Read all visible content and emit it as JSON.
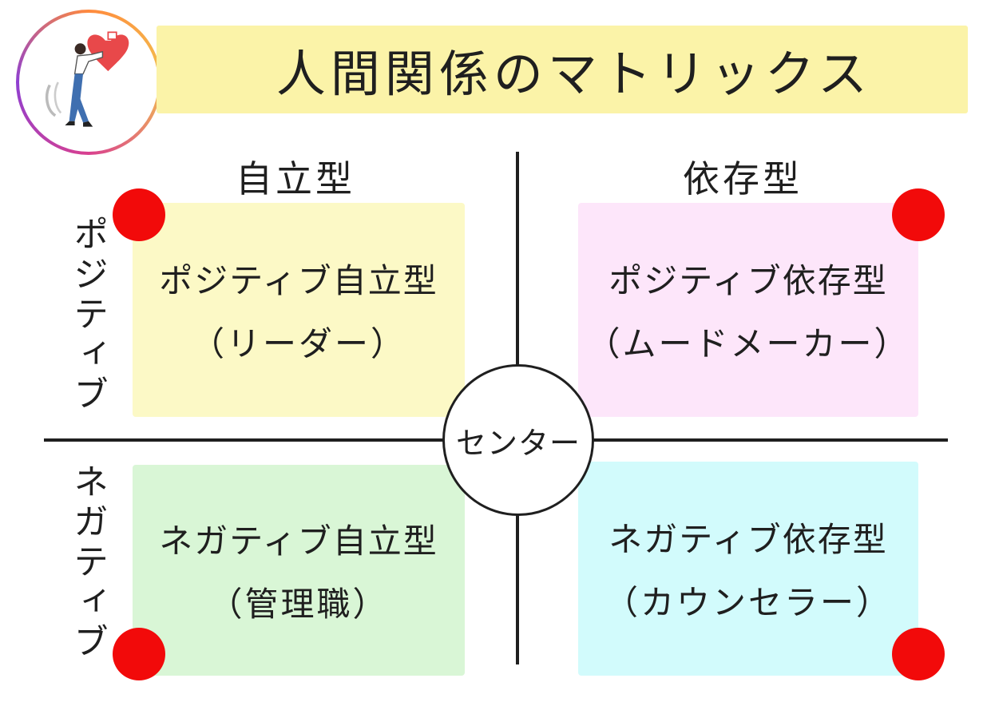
{
  "title": "人間関係のマトリックス",
  "columns": {
    "left": "自立型",
    "right": "依存型"
  },
  "rows": {
    "top": "ポジティブ",
    "bottom": "ネガティブ"
  },
  "center": "センター",
  "quadrants": {
    "top_left": {
      "title": "ポジティブ自立型",
      "subtitle": "（リーダー）"
    },
    "top_right": {
      "title": "ポジティブ依存型",
      "subtitle": "（ムードメーカー）"
    },
    "bottom_left": {
      "title": "ネガティブ自立型",
      "subtitle": "（管理職）"
    },
    "bottom_right": {
      "title": "ネガティブ依存型",
      "subtitle": "（カウンセラー）"
    }
  },
  "colors": {
    "banner": "#fbf3a8",
    "top_left": "#fcf9c6",
    "top_right": "#fde6fa",
    "bottom_left": "#d9f6d6",
    "bottom_right": "#d2fbfc",
    "marker_dot": "#f20a0a"
  },
  "icons": {
    "avatar": "person-pushing-heart-icon"
  }
}
